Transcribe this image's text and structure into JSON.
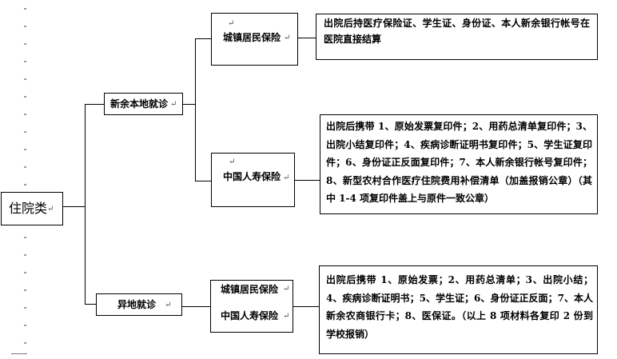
{
  "root": {
    "label": "住院类"
  },
  "branches": [
    {
      "label": "新余本地就诊",
      "children": [
        {
          "insurers": [
            "城镇居民保险"
          ],
          "docs": "出院后持医疗保险证、学生证、身份证、本人新余银行帐号在医院直接结算"
        },
        {
          "insurers": [
            "中国人寿保险"
          ],
          "docs": "出院后携带 1、原始发票复印件；2、用药总清单复印件；3、出院小结复印件；4、疾病诊断证明书复印件；5、学生证复印件；6、身份证正反面复印件；7、本人新余银行帐号复印件；8、新型农村合作医疗住院费用补偿清单（加盖报销公章）（其中 1-4 项复印件盖上与原件一致公章）"
        }
      ]
    },
    {
      "label": "异地就诊",
      "children": [
        {
          "insurers": [
            "城镇居民保险",
            "中国人寿保险"
          ],
          "docs": "出院后携带 1、原始发票；2、用药总清单；3、出院小结；4、疾病诊断证明书；5、学生证；6、身份证正反面；7、本人新余农商银行卡；8、医保证。（以上 8 项材料各复印 2 份到学校报销）"
        }
      ]
    }
  ],
  "paragraph_mark": "↵"
}
